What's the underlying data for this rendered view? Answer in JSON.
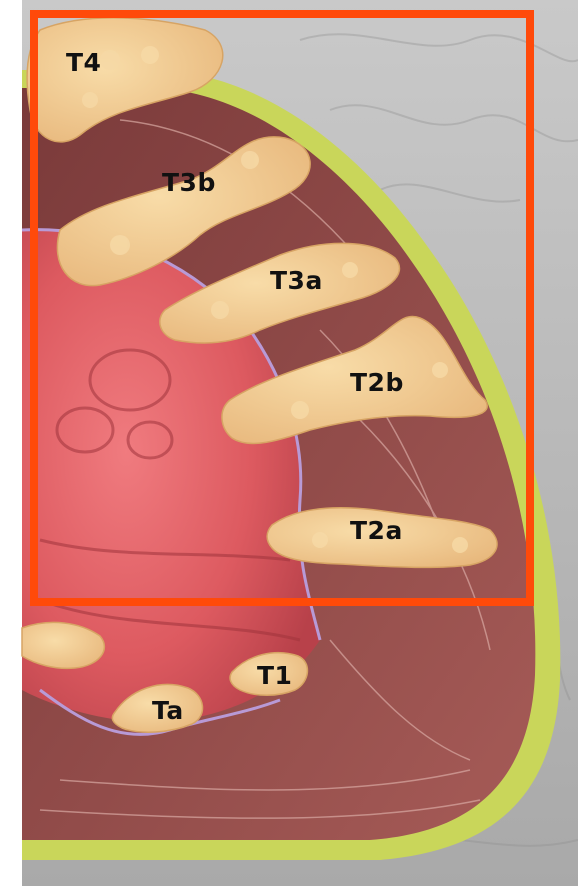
{
  "labels": {
    "t4": "T4",
    "t3b": "T3b",
    "t3a": "T3a",
    "t2b": "T2b",
    "t2a": "T2a",
    "t1": "T1",
    "ta": "Ta"
  },
  "colors": {
    "highlight_frame": "#ff4a0a",
    "bladder_mucosa": "#d9535a",
    "bladder_wall": "#8e4a48",
    "tumor": "#f2c98d",
    "perivesical_fat": "#c9d65a",
    "background": "#b8b8b8"
  }
}
